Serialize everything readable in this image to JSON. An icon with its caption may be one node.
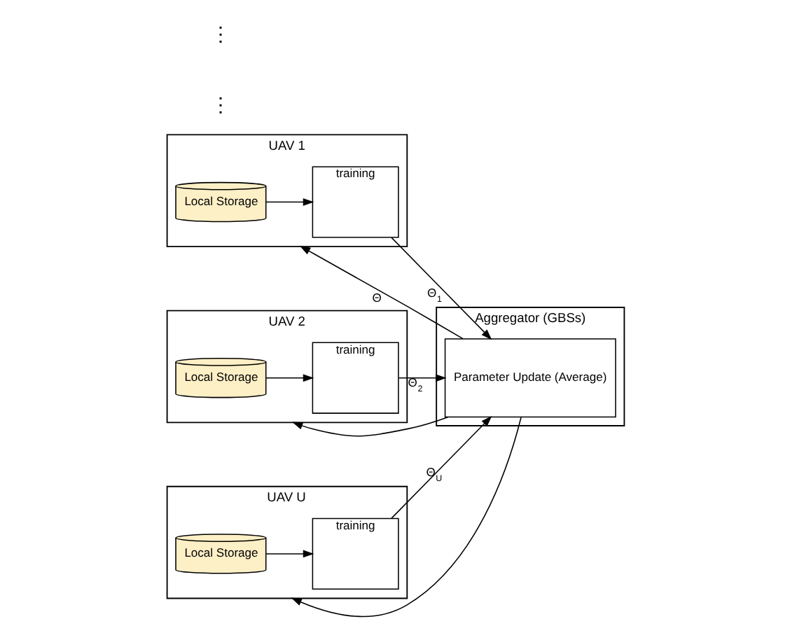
{
  "diagram": {
    "nodes": [
      {
        "text": [
          "UAV 1"
        ]
      },
      {
        "text": [
          "Local Storage"
        ],
        "in": 0
      },
      {
        "text": [
          "training"
        ],
        "in": 0
      },
      {
        "text": [
          "UAV 2"
        ]
      },
      {
        "text": [
          "Local Storage"
        ],
        "in": 3
      },
      {
        "text": [
          "training"
        ],
        "in": 3
      },
      {
        "text": [
          "UAV U"
        ]
      },
      {
        "text": [
          "Local Storage"
        ],
        "in": 6
      },
      {
        "text": [
          "training"
        ],
        "in": 6
      },
      {
        "text": [
          "Aggregator (GBSs)"
        ]
      },
      {
        "text": [
          "Parameter Update (Average)"
        ],
        "in": 9
      }
    ],
    "edges": [
      {
        "from": 1,
        "to": 2,
        "arrow": "to"
      },
      {
        "from": 4,
        "to": 5,
        "arrow": "to"
      },
      {
        "from": 7,
        "to": 8,
        "arrow": "to"
      },
      {
        "from": 2,
        "to": 10,
        "arrow": "to",
        "label": "Θ$_{1}$"
      },
      {
        "from": 5,
        "to": 10,
        "arrow": "to",
        "label": "Θ$_{2}$"
      },
      {
        "from": 8,
        "to": 10,
        "arrow": "to",
        "label": "Θ$_{U}$"
      },
      {
        "from": 10,
        "to": 0,
        "arrow": "to",
        "label": "Θ"
      },
      {
        "from": 10,
        "to": 3,
        "arrow": "to"
      },
      {
        "from": 10,
        "to": 6,
        "arrow": "to"
      }
    ],
    "labels": [
      "⋮",
      "⋮"
    ]
  }
}
